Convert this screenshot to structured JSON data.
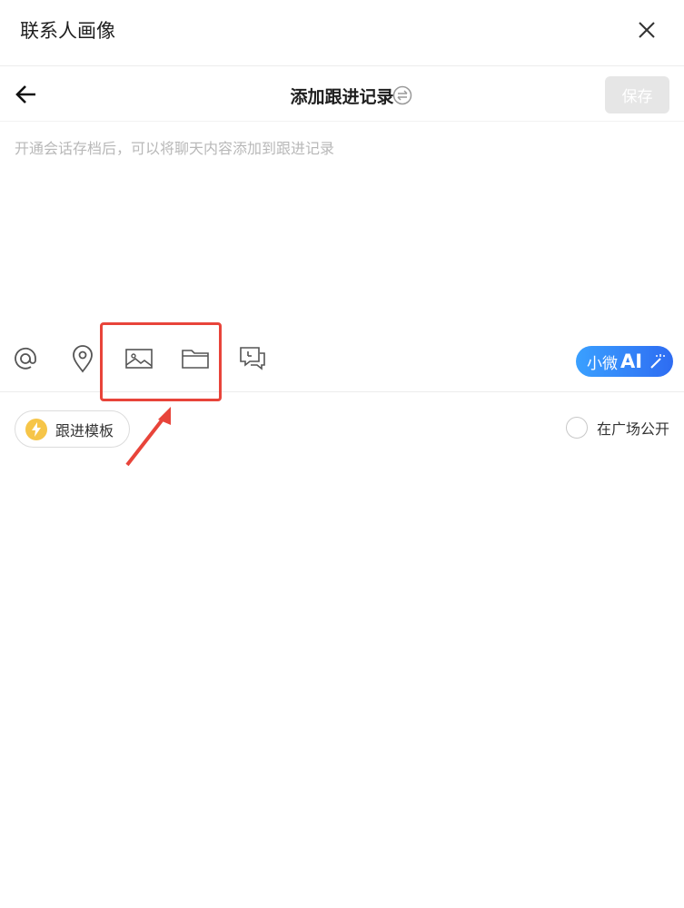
{
  "panel": {
    "title": "联系人画像"
  },
  "form": {
    "title": "添加跟进记录",
    "save_label": "保存",
    "placeholder": "开通会话存档后，可以将聊天内容添加到跟进记录"
  },
  "toolbar": {
    "icons": [
      "at-icon",
      "location-icon",
      "image-icon",
      "folder-icon",
      "chat-history-icon"
    ],
    "ai_button": {
      "prefix": "小微",
      "suffix": "AI"
    }
  },
  "footer": {
    "template_label": "跟进模板",
    "public_label": "在广场公开"
  },
  "colors": {
    "highlight": "#e8443a",
    "ai_gradient_start": "#3aa0ff",
    "ai_gradient_end": "#2e6cf2",
    "save_disabled": "#e6e6e6"
  }
}
